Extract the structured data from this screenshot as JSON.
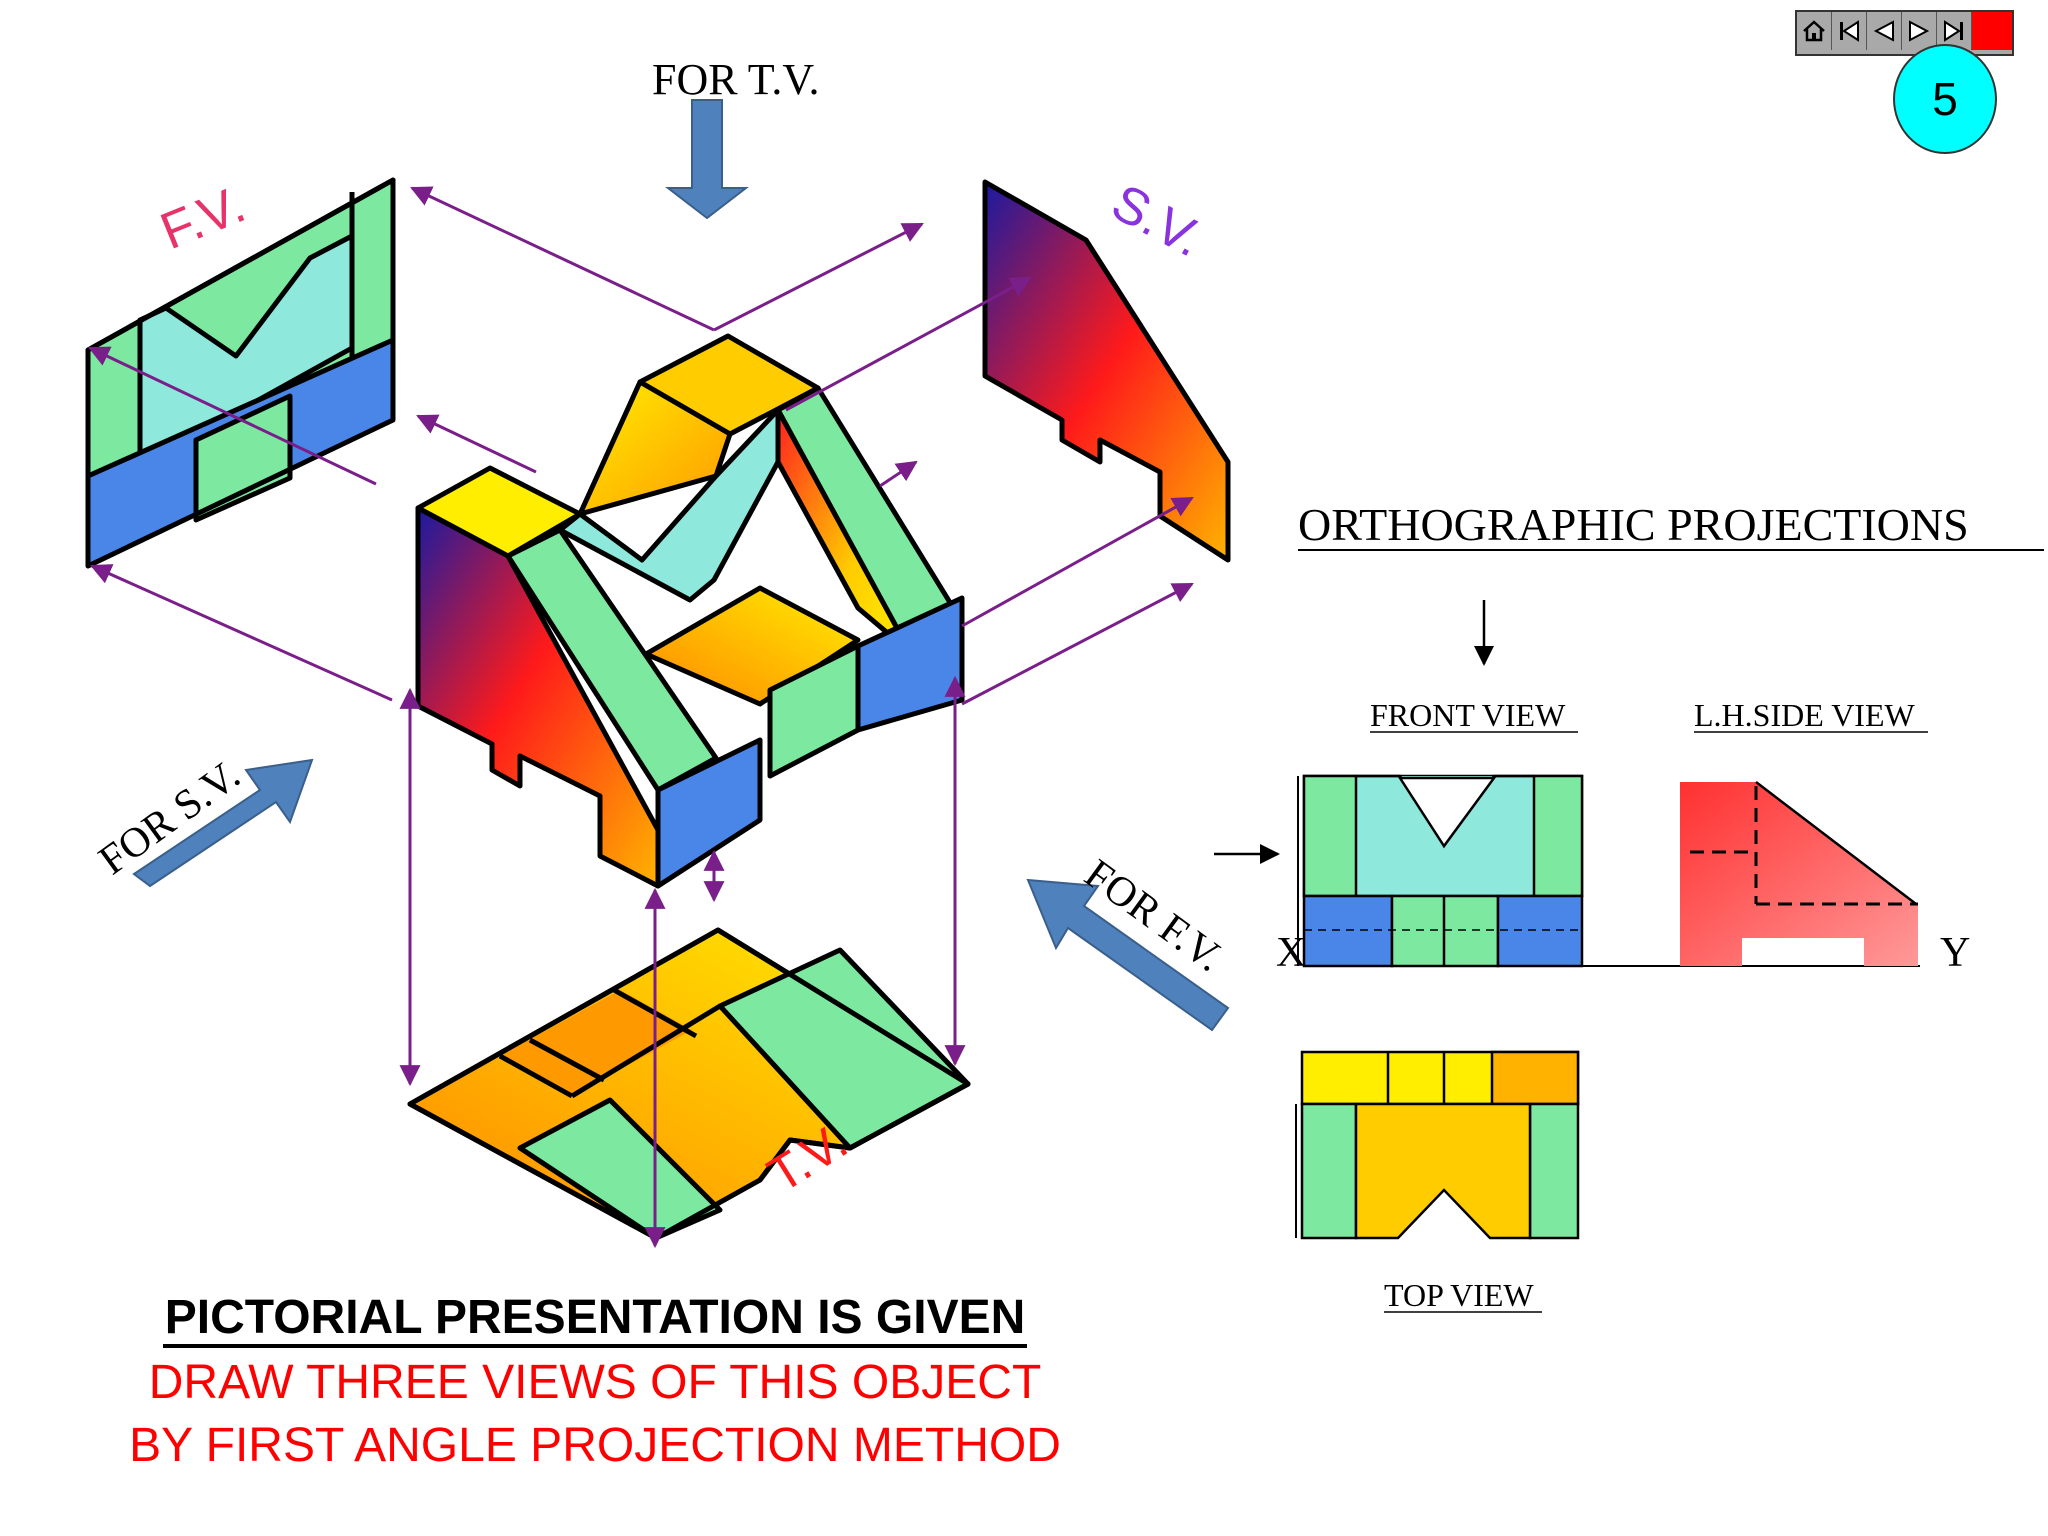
{
  "nav": {
    "buttons": [
      "home-icon",
      "first-slide-icon",
      "previous-slide-icon",
      "next-slide-icon",
      "last-slide-icon",
      "exit-icon"
    ],
    "slide_number": "5"
  },
  "pictorial": {
    "for_tv": "FOR T.V.",
    "for_sv": "FOR S.V.",
    "for_fv": "FOR F.V.",
    "fv_label": "F.V.",
    "sv_label": "S.V.",
    "tv_label": "T.V."
  },
  "ortho": {
    "heading": "ORTHOGRAPHIC PROJECTIONS",
    "front_view": "FRONT VIEW",
    "side_view": "L.H.SIDE VIEW",
    "top_view": "TOP VIEW",
    "x_label": "X",
    "y_label": "Y"
  },
  "caption": {
    "title": "PICTORIAL PRESENTATION IS GIVEN",
    "line1": "DRAW THREE VIEWS OF THIS OBJECT",
    "line2": "BY FIRST ANGLE PROJECTION METHOD"
  },
  "colors": {
    "light_green": "#7de8a0",
    "cyan_face": "#8ee8dc",
    "blue_face": "#4a86e8",
    "yellow": "#ffe600",
    "orange": "#ff9900",
    "red": "#ff1a1a",
    "purple_line": "#7a1f8a",
    "arrow_blue": "#4f81bd"
  }
}
